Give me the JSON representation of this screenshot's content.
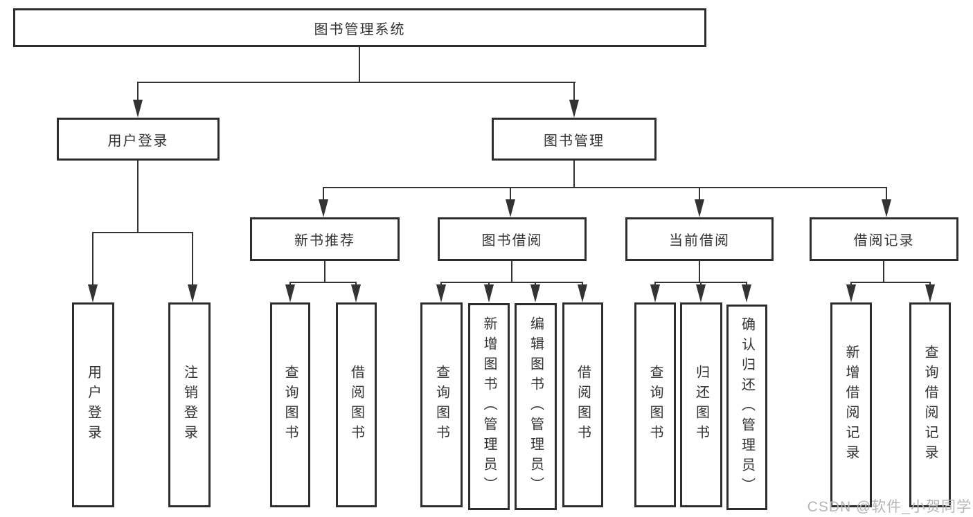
{
  "diagram": {
    "type": "hierarchy-tree",
    "root": {
      "label": "图书管理系统"
    },
    "level2": [
      {
        "label": "用户登录"
      },
      {
        "label": "图书管理"
      }
    ],
    "level3": [
      {
        "label": "新书推荐"
      },
      {
        "label": "图书借阅"
      },
      {
        "label": "当前借阅"
      },
      {
        "label": "借阅记录"
      }
    ],
    "leaves": [
      {
        "label": "用户登录",
        "parent": "用户登录"
      },
      {
        "label": "注销登录",
        "parent": "用户登录"
      },
      {
        "label": "查询图书",
        "parent": "新书推荐"
      },
      {
        "label": "借阅图书",
        "parent": "新书推荐"
      },
      {
        "label": "查询图书",
        "parent": "图书借阅"
      },
      {
        "label": "新增图书（管理员）",
        "parent": "图书借阅"
      },
      {
        "label": "编辑图书（管理员）",
        "parent": "图书借阅"
      },
      {
        "label": "借阅图书",
        "parent": "图书借阅"
      },
      {
        "label": "查询图书",
        "parent": "当前借阅"
      },
      {
        "label": "归还图书",
        "parent": "当前借阅"
      },
      {
        "label": "确认归还（管理员）",
        "parent": "当前借阅"
      },
      {
        "label": "新增借阅记录",
        "parent": "借阅记录"
      },
      {
        "label": "查询借阅记录",
        "parent": "借阅记录"
      }
    ],
    "watermark": "CSDN @软件_小贺同学",
    "colors": {
      "line": "#333333",
      "border": "#2e2e2e",
      "text": "#333333",
      "background": "#ffffff",
      "watermark": "#b5b5b5"
    }
  }
}
